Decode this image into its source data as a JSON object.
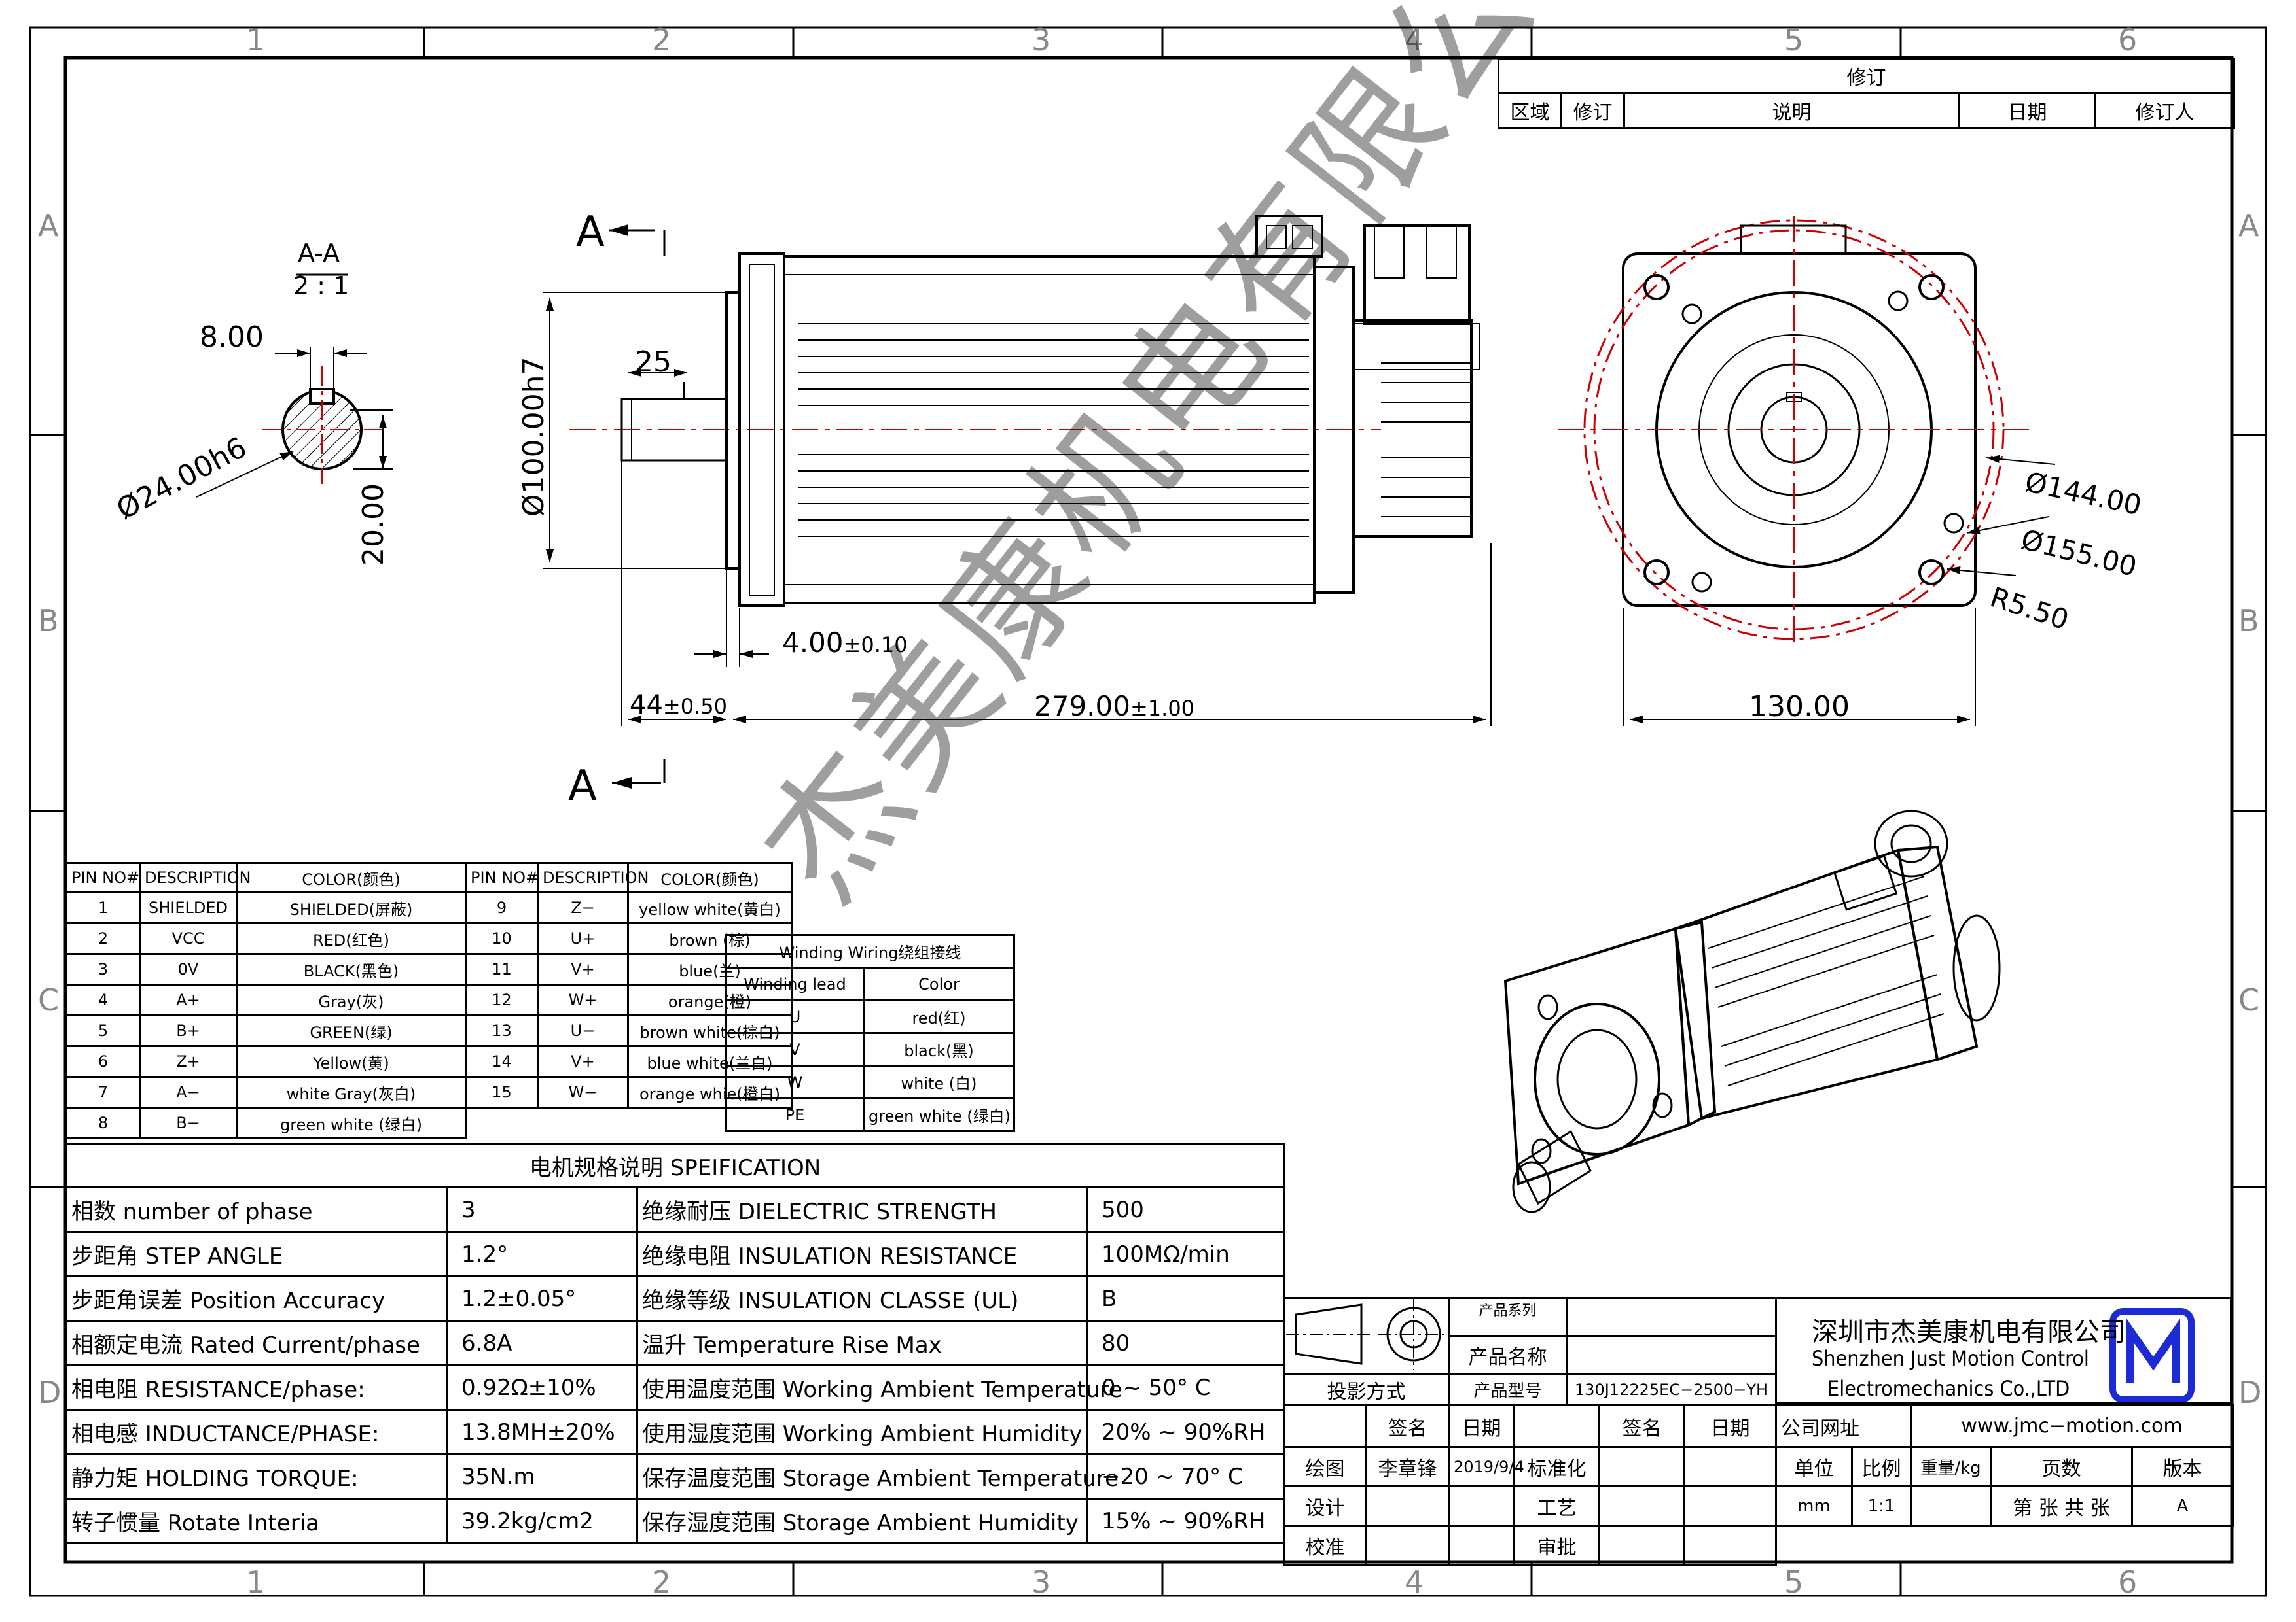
{
  "frame": {
    "col_labels": [
      "1",
      "2",
      "3",
      "4",
      "5",
      "6"
    ],
    "row_labels": [
      "A",
      "B",
      "C",
      "D"
    ]
  },
  "revision": {
    "title": "修订",
    "headers": [
      "区域",
      "修订",
      "说明",
      "日期",
      "修订人"
    ]
  },
  "section_view": {
    "title": "A-A",
    "scale": "2 : 1",
    "key_width": "8.00",
    "diameter": "Ø24.00h6",
    "height": "20.00"
  },
  "side_view": {
    "section_mark": "A",
    "pilot_diameter": "Ø100.00h7",
    "key_length": "25",
    "flange_thickness": "4.00",
    "flange_tol": "±0.10",
    "shaft_length": "44",
    "shaft_tol": "±0.50",
    "body_length": "279.00",
    "body_tol": "±1.00"
  },
  "front_view": {
    "bolt_circle": "Ø144.00",
    "outer_circle": "Ø155.00",
    "hole_radius": "R5.50",
    "flange_width": "130.00"
  },
  "pin_table": {
    "headers": [
      "PIN NO#",
      "DESCRIPTION",
      "COLOR(颜色)",
      "PIN NO#",
      "DESCRIPTION",
      "COLOR(颜色)"
    ],
    "rows": [
      [
        "1",
        "SHIELDED",
        "SHIELDED(屏蔽)",
        "9",
        "Z−",
        "yellow white(黄白)"
      ],
      [
        "2",
        "VCC",
        "RED(红色)",
        "10",
        "U+",
        "brown (棕)"
      ],
      [
        "3",
        "0V",
        "BLACK(黑色)",
        "11",
        "V+",
        "blue(兰)"
      ],
      [
        "4",
        "A+",
        "Gray(灰)",
        "12",
        "W+",
        "orange(橙)"
      ],
      [
        "5",
        "B+",
        "GREEN(绿)",
        "13",
        "U−",
        "brown white(棕白)"
      ],
      [
        "6",
        "Z+",
        "Yellow(黄)",
        "14",
        "V+",
        "blue white(兰白)"
      ],
      [
        "7",
        "A−",
        "white Gray(灰白)",
        "15",
        "W−",
        "orange whie(橙白)"
      ],
      [
        "8",
        "B−",
        "green white (绿白)",
        "",
        "",
        ""
      ]
    ]
  },
  "winding_table": {
    "title": "Winding Wiring绕组接线",
    "headers": [
      "Winding lead",
      "Color"
    ],
    "rows": [
      [
        "U",
        "red(红)"
      ],
      [
        "V",
        "black(黑)"
      ],
      [
        "W",
        "white (白)"
      ],
      [
        "PE",
        "green white (绿白)"
      ]
    ]
  },
  "spec_table": {
    "title": "电机规格说明 SPEIFICATION",
    "rows": [
      [
        "相数 number of phase",
        "3",
        "绝缘耐压 DIELECTRIC STRENGTH",
        "500"
      ],
      [
        "步距角 STEP ANGLE",
        "1.2°",
        "绝缘电阻 INSULATION RESISTANCE",
        "100MΩ/min"
      ],
      [
        "步距角误差 Position Accuracy",
        "1.2±0.05°",
        "绝缘等级 INSULATION CLASSE (UL)",
        "B"
      ],
      [
        "相额定电流 Rated Current/phase",
        "6.8A",
        "温升 Temperature Rise Max",
        "80"
      ],
      [
        "相电阻 RESISTANCE/phase:",
        "0.92Ω±10%",
        "使用温度范围 Working Ambient Temperature",
        "0 ~ 50° C"
      ],
      [
        "相电感 INDUCTANCE/PHASE:",
        "13.8MH±20%",
        "使用湿度范围 Working Ambient Humidity",
        "20% ~ 90%RH"
      ],
      [
        "静力矩 HOLDING TORQUE:",
        "35N.m",
        "保存温度范围 Storage Ambient Temperature",
        "−20 ~ 70° C"
      ],
      [
        "转子惯量 Rotate Interia",
        "39.2kg/cm2",
        "保存湿度范围 Storage Ambient Humidity",
        "15% ~ 90%RH"
      ]
    ]
  },
  "title_block": {
    "product_series_label": "产品系列",
    "product_name_label": "产品名称",
    "product_model_label": "产品型号",
    "product_model": "130J12225EC−2500−YH",
    "projection_label": "投影方式",
    "sign_label": "签名",
    "date_label": "日期",
    "draw_label": "绘图",
    "drawer": "李章锋",
    "draw_date": "2019/9/4",
    "standard_label": "标准化",
    "design_label": "设计",
    "process_label": "工艺",
    "check_label": "校准",
    "approve_label": "审批",
    "company_cn": "深圳市杰美康机电有限公司",
    "company_en_1": "Shenzhen Just Motion Control",
    "company_en_2": "Electromechanics Co.,LTD",
    "website_label": "公司网址",
    "website": "www.jmc−motion.com",
    "unit_label": "单位",
    "ratio_label": "比例",
    "weight_label": "重量/kg",
    "pages_label": "页数",
    "version_label": "版本",
    "unit": "mm",
    "ratio": "1:1",
    "pages": "第 张 共 张",
    "version": "A",
    "logo_color": "#1d2bd6"
  },
  "watermark": "杰美康机电有限公司"
}
